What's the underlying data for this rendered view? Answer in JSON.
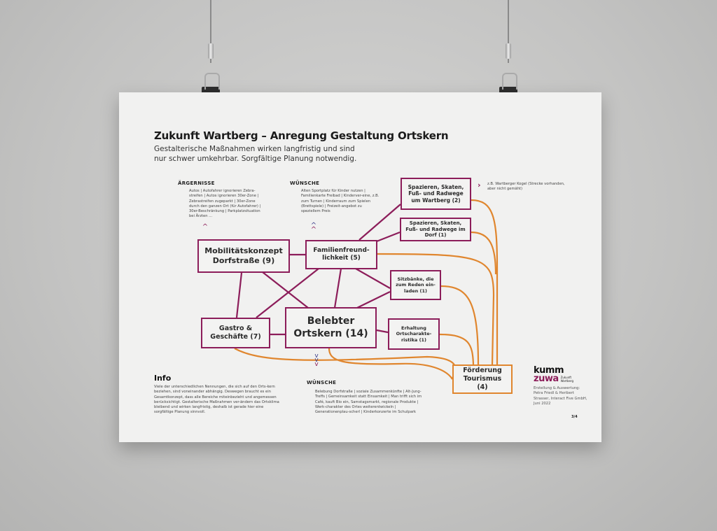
{
  "poster": {
    "title": "Zukunft Wartberg – Anregung Gestaltung Ortskern",
    "subtitle_line1": "Gestalterische Maßnahmen wirken langfristig und sind",
    "subtitle_line2": "nur schwer umkehrbar. Sorgfältige Planung notwendig.",
    "aergernisse": {
      "heading": "ÄRGERNISSE",
      "text": "Autos | Autofahrer ignorieren Zebra-streifen | Autos ignorieren 30er-Zone | Zebrastreifen zugeparkt | 30er-Zone durch den ganzen Ort (für Autofahrer) | 30er-Beschränkung | Parkplatzsituation bei Ärzten ..."
    },
    "wuensche_top": {
      "heading": "WÜNSCHE",
      "text": "Alten Sportplatz für Kinder nutzen | Familienkarte Freibad | Kinderver-eine, z.B. zum Turnen | Kinderraum zum Spielen (Brettspiele) | Freizeit-angebot zu speziellem Preis"
    },
    "note": "z.B. Wartberger Kogel (Strecke vorhanden, aber nicht gemäht)",
    "nodes": {
      "mobilitaet": "Mobilitätskonzept Dorfstraße (9)",
      "familie": "Familienfreund-lichkeit (5)",
      "spazieren_wartberg": "Spazieren, Skaten, Fuß- und Radwege um Wartberg (2)",
      "spazieren_dorf": "Spazieren, Skaten, Fuß- und Radwege im Dorf (1)",
      "sitzbaenke": "Sitzbänke, die zum Reden ein-laden (1)",
      "gastro": "Gastro & Geschäfte (7)",
      "belebter": "Belebter Ortskern (14)",
      "erhaltung": "Erhaltung Ortscharakte-ristika (1)",
      "tourismus": "Förderung Tourismus (4)"
    },
    "info": {
      "heading": "Info",
      "text": "Viele der unterschiedlichen Nennungen, die sich auf den Orts-kern beziehen, sind voneinander abhängig. Deswegen braucht es ein Gesamtkonzept, dass alle Bereiche miteinbezieht und angemessen berücksichtigt. Gestalterische Maßnahmen ver-ändern das Ortsklima bleibend und wirken langfristig, deshalb ist gerade hier eine sorgfältige Planung sinnvoll."
    },
    "wuensche_bottom": {
      "heading": "WÜNSCHE",
      "text": "Belebung Dorfstraße | soziale Zusammenkünfte | Alt-Jung-Treffs | Gemeinsamkeit statt Einsamkeit | Man trifft sich im Café, kauft Bio ein, Samstagsmarkt, regionale Produkte | Werk-charakter des Ortes weiterentwickeln | Generationenplau-scherl | Kinderkonzerte im Schulpark"
    },
    "logo": {
      "line1": "kumm",
      "line2": "zuwa",
      "tag": "Zukunft Wartberg"
    },
    "credits": "Erstellung & Auswertung: Petra Friedl & Heribert Strasser, Interact Five GmbH, Juni 2022",
    "page": "3/4"
  },
  "colors": {
    "purple": "#8c1d5a",
    "orange": "#e0862e",
    "navy": "#3b3f8c"
  }
}
